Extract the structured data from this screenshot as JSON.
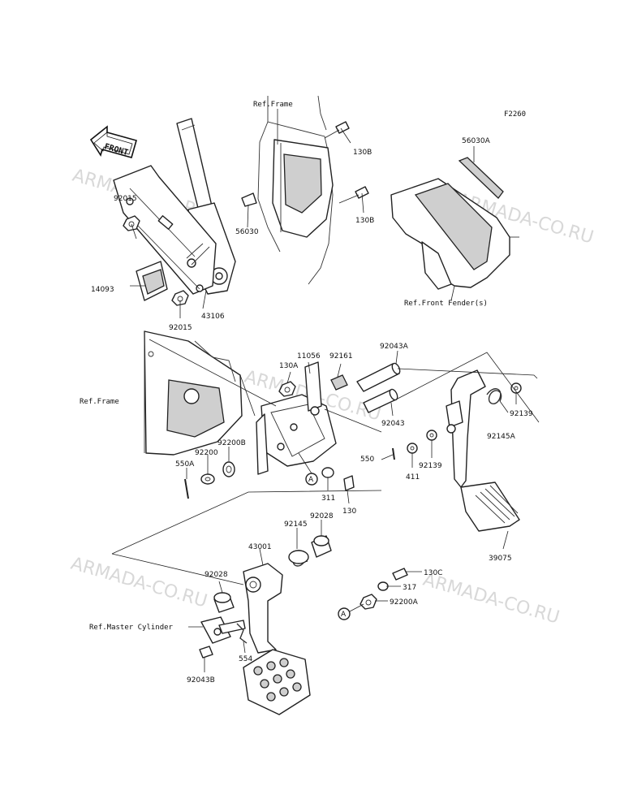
{
  "figure_code": "F2260",
  "front_badge": "FRONT",
  "watermark": "ARMADA-CO.RU",
  "refs": {
    "frame_top": "Ref.Frame",
    "frame_left": "Ref.Frame",
    "front_fender": "Ref.Front Fender(s)",
    "master_cylinder": "Ref.Master Cylinder"
  },
  "callout_letter": "A",
  "parts": {
    "p130B_1": "130B",
    "p130B_2": "130B",
    "p56030A": "56030A",
    "p56030": "56030",
    "p92015_1": "92015",
    "p92015_2": "92015",
    "p14093": "14093",
    "p43106": "43106",
    "p130A": "130A",
    "p11056": "11056",
    "p92161": "92161",
    "p92043A": "92043A",
    "p92043": "92043",
    "p92139_1": "92139",
    "p92139_2": "92139",
    "p92145A": "92145A",
    "p550A": "550A",
    "p92200": "92200",
    "p92200B": "92200B",
    "p550": "550",
    "p411": "411",
    "p311": "311",
    "p130": "130",
    "p92145": "92145",
    "p92028_1": "92028",
    "p92028_2": "92028",
    "p43001": "43001",
    "p39075": "39075",
    "p130C": "130C",
    "p317": "317",
    "p92200A": "92200A",
    "p554": "554",
    "p92043B": "92043B"
  }
}
